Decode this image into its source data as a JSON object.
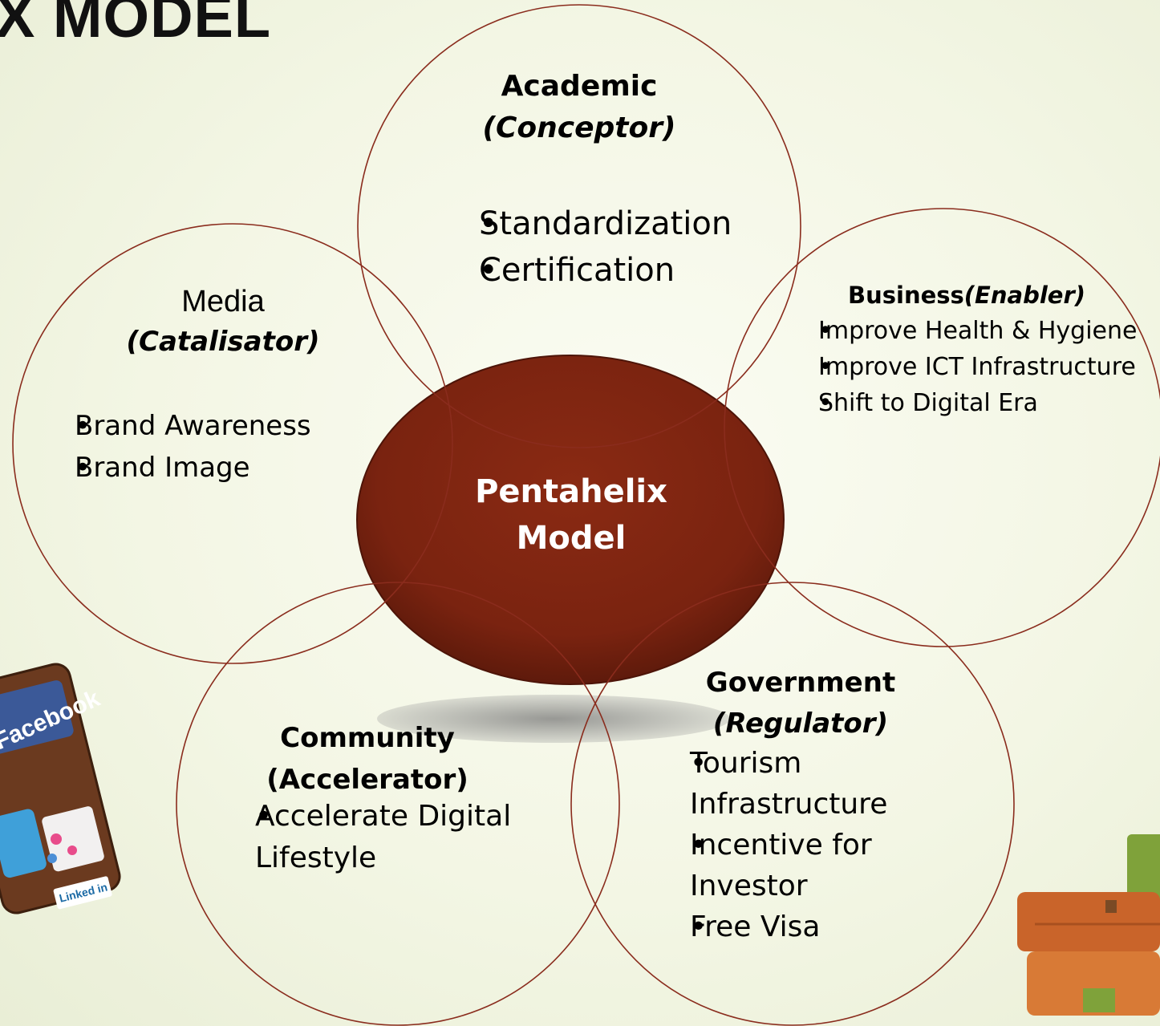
{
  "title": "X MODEL",
  "center": {
    "line1": "Pentahelix",
    "line2": "Model"
  },
  "academic": {
    "title": "Academic",
    "role": "(Conceptor)",
    "items": [
      "Standardization",
      "Certification"
    ]
  },
  "media": {
    "title": "Media",
    "role": "(Catalisator)",
    "items": [
      "Brand Awareness",
      "Brand Image"
    ]
  },
  "business": {
    "title": "Business",
    "role": "(Enabler)",
    "items": [
      "Improve Health & Hygiene",
      "Improve ICT Infrastructure",
      "Shift to Digital Era"
    ]
  },
  "community": {
    "title": "Community",
    "role": "(Accelerator)",
    "items": [
      "Accelerate Digital",
      "Lifestyle"
    ]
  },
  "government": {
    "title": "Government",
    "role": "(Regulator)",
    "items": [
      "Tourism",
      "Infrastructure",
      "Incentive for",
      "Investor",
      "Free Visa"
    ]
  },
  "images": {
    "left": "Facebook",
    "left_badge": "Linked in"
  },
  "colors": {
    "circle_stroke": "#8a2c1d",
    "center_fill": "#7a2310",
    "background": "#f4f7e6"
  }
}
